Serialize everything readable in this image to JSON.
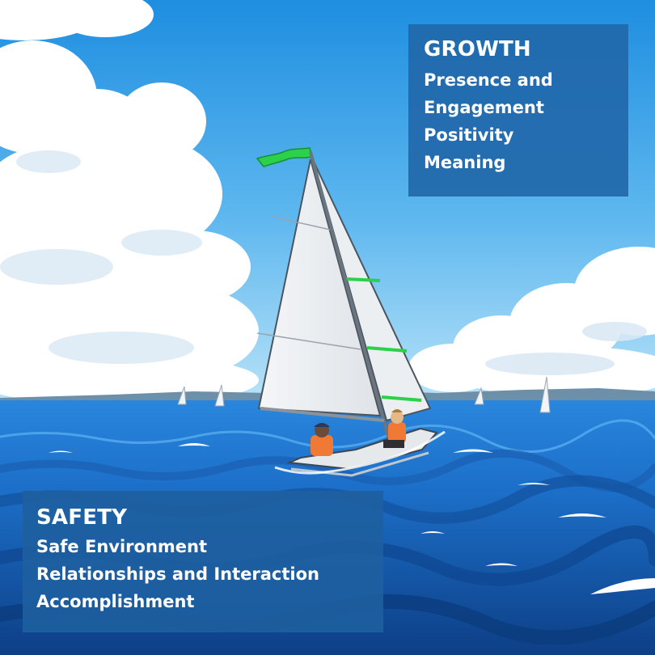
{
  "scene": {
    "colors": {
      "sky_top": "#1f8fe0",
      "sky_horizon": "#a9dcf7",
      "sea_deep": "#0f4e9a",
      "sea_surface": "#1f78d4",
      "flag": "#2bd14a",
      "sail": "#e9ecef",
      "life_vest": "#f07a35"
    }
  },
  "growth": {
    "title": "GROWTH",
    "items": [
      "Presence and",
      "Engagement",
      "Positivity",
      "Meaning"
    ]
  },
  "safety": {
    "title": "SAFETY",
    "items": [
      "Safe Environment",
      "Relationships and Interaction",
      "Accomplishment"
    ]
  }
}
